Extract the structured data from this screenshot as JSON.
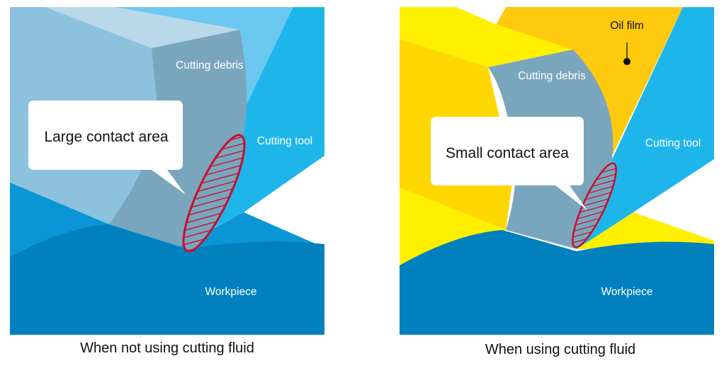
{
  "colors": {
    "workpiece": "#0080bd",
    "workpiece_light": "#0a96d6",
    "tool": "#1eb6ea",
    "tool_light": "#6cc8f0",
    "debris": "#79a6bd",
    "debris_light": "#8cc2dd",
    "debris_top": "#b9d9eb",
    "oil_dark": "#ffc90e",
    "oil_mid": "#ffd700",
    "oil_bright": "#fff000",
    "contact_outline": "#c8102e",
    "bubble": "#ffffff"
  },
  "panels": [
    {
      "id": "without-fluid",
      "labels": {
        "debris": "Cutting debris",
        "tool": "Cutting tool",
        "workpiece": "Workpiece"
      },
      "callout": "Large contact area",
      "caption": "When not using cutting fluid"
    },
    {
      "id": "with-fluid",
      "labels": {
        "debris": "Cutting debris",
        "tool": "Cutting tool",
        "workpiece": "Workpiece",
        "oil_film": "Oil film"
      },
      "callout": "Small contact area",
      "caption": "When using cutting fluid"
    }
  ]
}
